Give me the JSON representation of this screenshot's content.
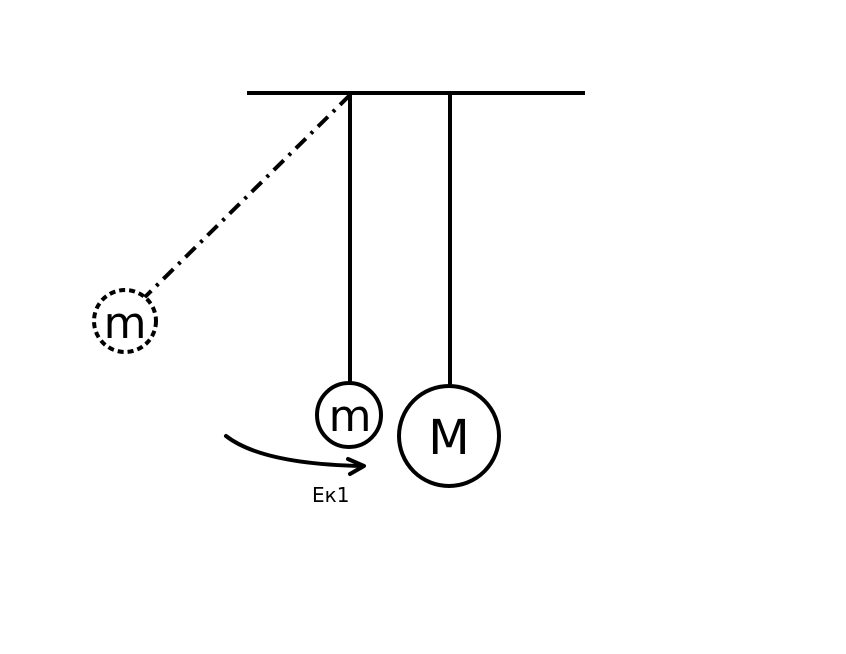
{
  "diagram": {
    "small_mass_displaced_label": "m",
    "small_mass_label": "m",
    "large_mass_label": "M",
    "energy_label": "Ек1"
  },
  "colors": {
    "stroke": "#000000",
    "background": "#ffffff"
  },
  "icons": {
    "motion_arrow": "curved-arrow-icon"
  }
}
